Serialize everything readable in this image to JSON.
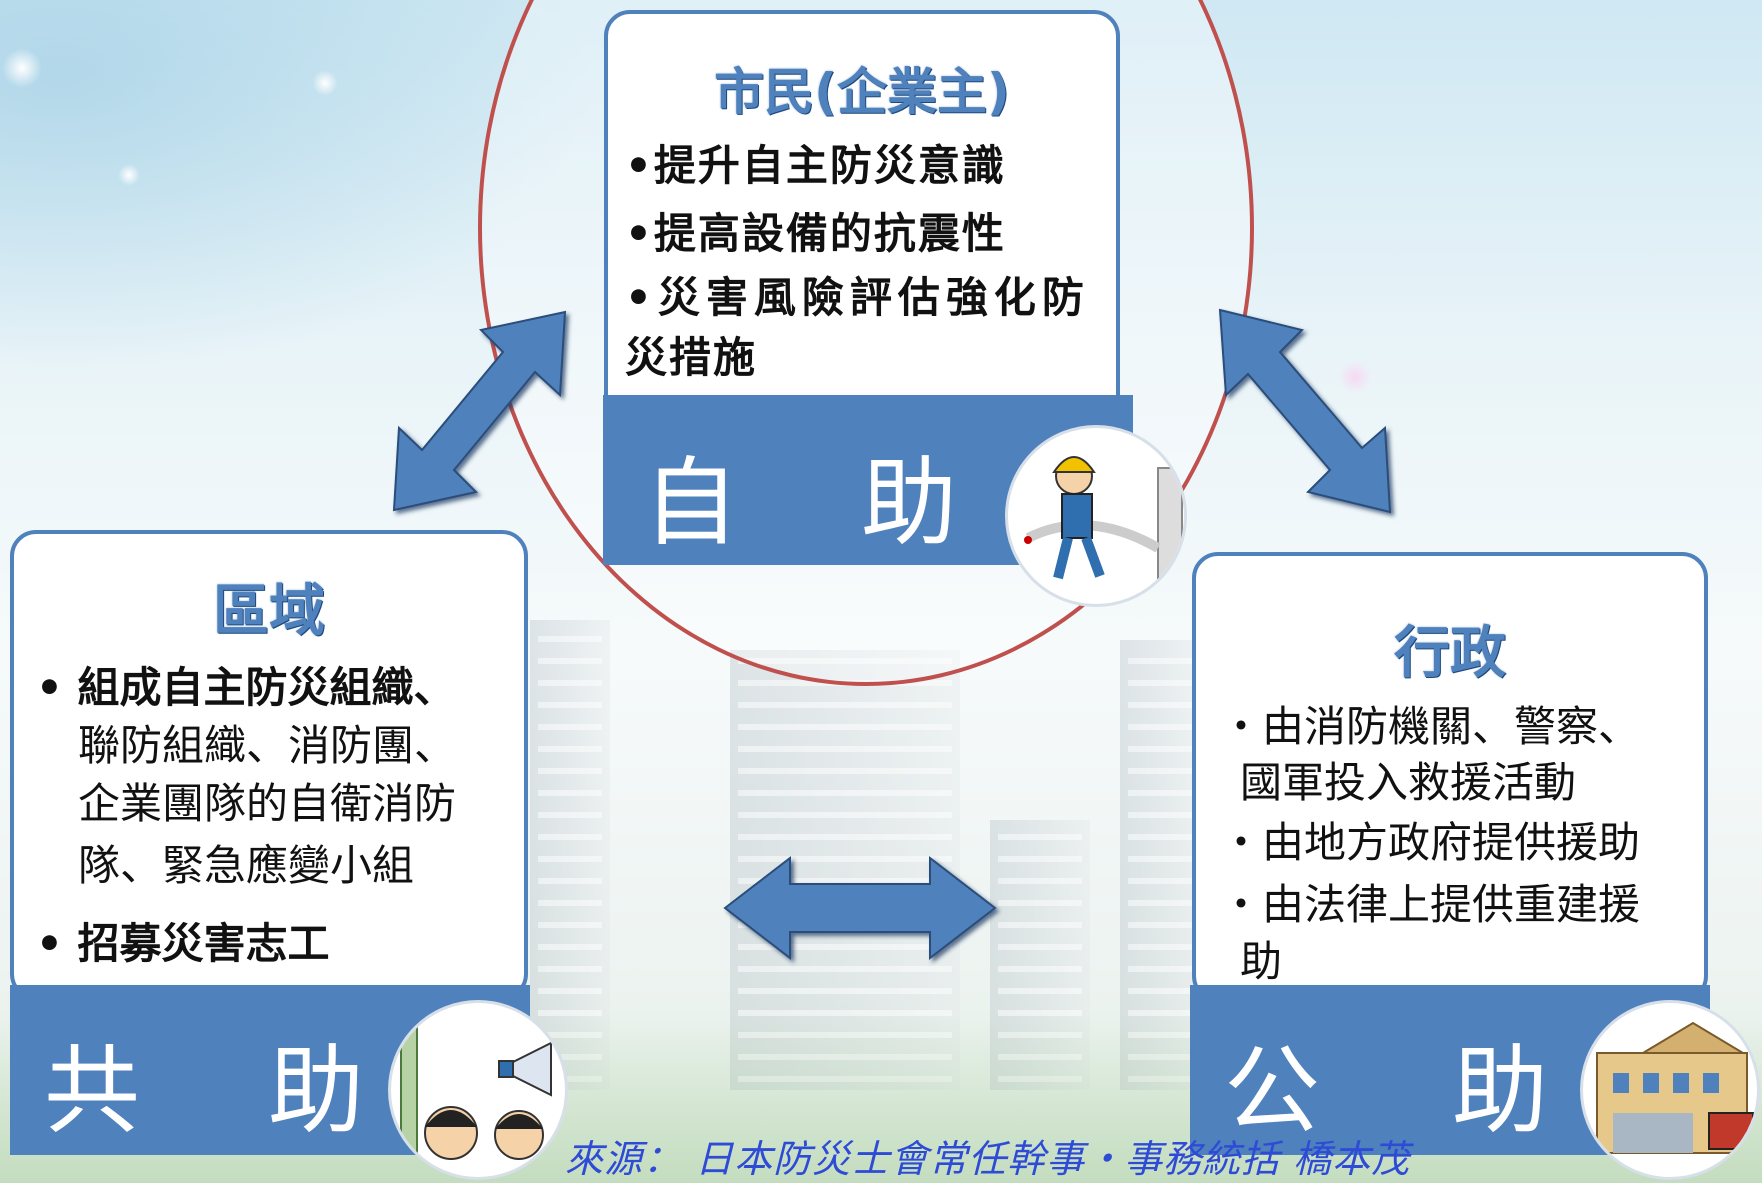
{
  "center": {
    "title": "市民(企業主)",
    "items": [
      "•提升自主防災意識",
      "•提高設備的抗震性",
      "•災害風險評估強化防",
      "災措施"
    ],
    "band_left": "自",
    "band_right": "助"
  },
  "left": {
    "title": "區域",
    "items": [
      "• 組成自主防災組織、",
      "聯防組織、消防團、",
      "企業團隊的自衛消防",
      "隊、緊急應變小組",
      "• 招募災害志工"
    ],
    "band_left": "共",
    "band_right": "助"
  },
  "right": {
    "title": "行政",
    "items": [
      "・由消防機關、警察、",
      "國軍投入救援活動",
      "・由地方政府提供援助",
      "・由法律上提供重建援",
      "助"
    ],
    "band_left": "公",
    "band_right": "助"
  },
  "source": "來源： 日本防災士會常任幹事‧事務統括  橋本茂",
  "colors": {
    "card_border": "#4f81bd",
    "band": "#4f81bd",
    "circle": "#c0504d",
    "arrow": "#4f81bd",
    "source_text": "#2e4bd6"
  }
}
